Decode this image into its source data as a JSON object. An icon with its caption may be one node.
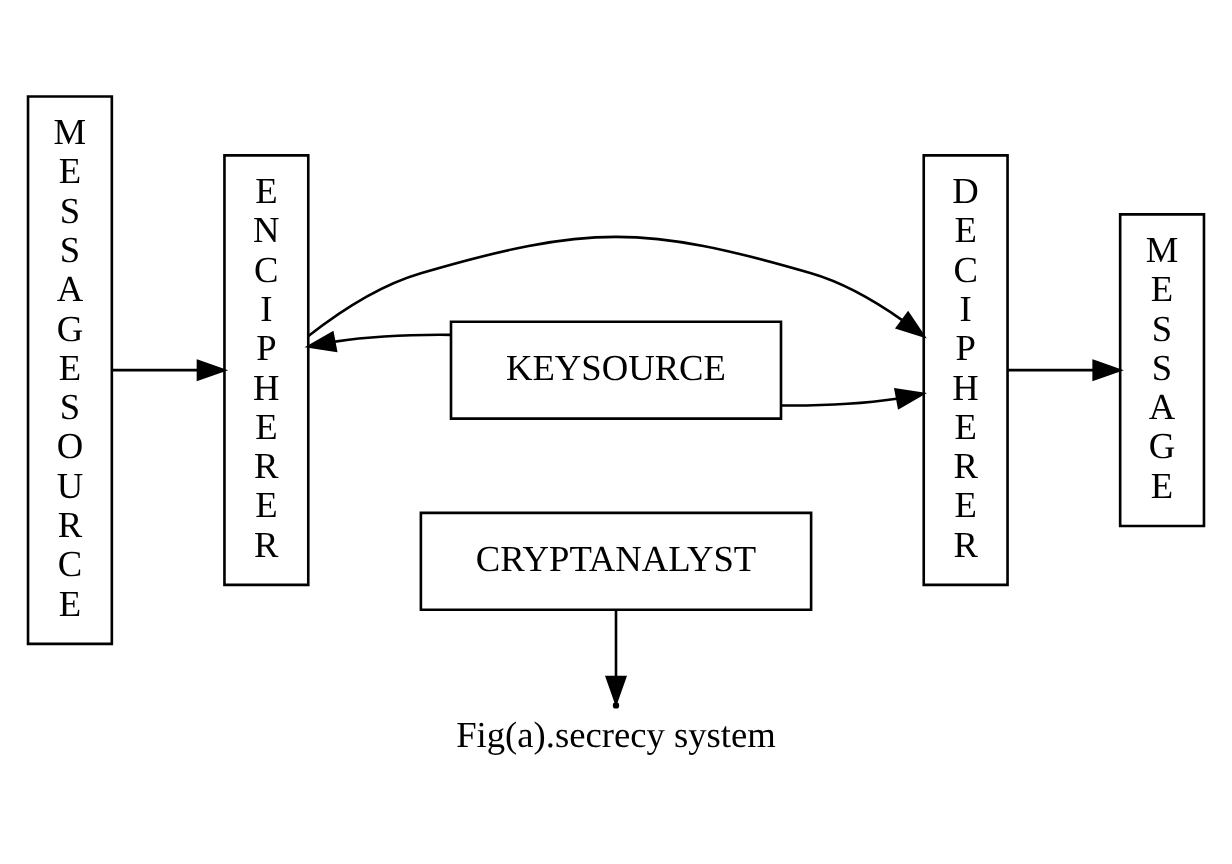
{
  "diagram": {
    "caption": "Fig(a).secrecy system",
    "nodes": [
      {
        "text": [
          "MESSAGESOURCE"
        ]
      },
      {
        "text": [
          "ENCIPHERER"
        ]
      },
      {
        "text": [
          "CRYPTANALYST"
        ]
      },
      {
        "text": [
          "DECIPHERER"
        ]
      },
      {
        "text": [
          "MESSAGE"
        ]
      },
      {
        "text": [
          "KEYSOURCE"
        ]
      }
    ],
    "edges": [
      {
        "from": 0,
        "to": 1,
        "arrow": "to"
      },
      {
        "from": 1,
        "to": 3,
        "arrow": "to"
      },
      {
        "from": 2,
        "to": null,
        "arrow": "to"
      },
      {
        "from": 5,
        "to": 1,
        "arrow": "to"
      },
      {
        "from": 5,
        "to": 3,
        "arrow": "to"
      },
      {
        "from": 3,
        "to": 4,
        "arrow": "to"
      }
    ]
  }
}
